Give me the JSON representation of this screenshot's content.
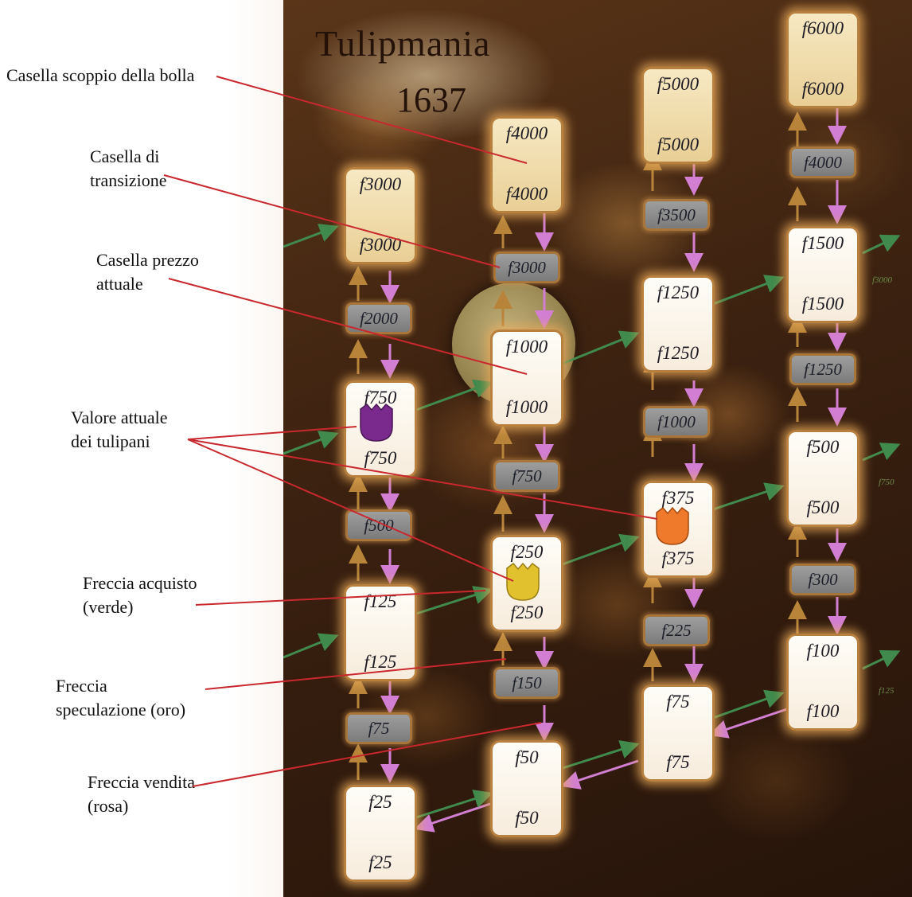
{
  "title": "Tulipmania",
  "year": "1637",
  "callouts": {
    "bubble_line1": "Casella scoppio della bolla",
    "transition_line1": "Casella di",
    "transition_line2": "transizione",
    "current_line1": "Casella prezzo",
    "current_line2": "attuale",
    "value_line1": "Valore attuale",
    "value_line2": "dei tulipani",
    "buy_line1": "Freccia acquisto",
    "buy_line2": "(verde)",
    "spec_line1": "Freccia",
    "spec_line2": "speculazione (oro)",
    "sell_line1": "Freccia vendita",
    "sell_line2": "(rosa)"
  },
  "columns": {
    "c1": {
      "f25": "f25",
      "t75": "f75",
      "f125": "f125",
      "t500": "f500",
      "f750": "f750",
      "t2000": "f2000",
      "f3000": "f3000"
    },
    "c2": {
      "f50": "f50",
      "t150": "f150",
      "f250": "f250",
      "t750": "f750",
      "f1000": "f1000",
      "t3000": "f3000",
      "f4000": "f4000"
    },
    "c3": {
      "f75": "f75",
      "t225": "f225",
      "f375": "f375",
      "t1000": "f1000",
      "f1250": "f1250",
      "t3500": "f3500",
      "f5000": "f5000"
    },
    "c4": {
      "f100": "f100",
      "t300": "f300",
      "f500": "f500",
      "t1250": "f1250",
      "f1500": "f1500",
      "t4000": "f4000",
      "f6000": "f6000"
    }
  },
  "side_labels": {
    "s1": "f3000",
    "s2": "f750",
    "s3": "f125"
  },
  "tokens": [
    "purple tulip",
    "yellow tulip",
    "orange tulip"
  ],
  "colors": {
    "buy_arrow": "#3f8a4c",
    "speculation_arrow": "#b8843a",
    "sell_arrow": "#d27fd3",
    "callout_line": "#c8282e",
    "tulip_purple": "#7a2a8c",
    "tulip_yellow": "#e1c12e",
    "tulip_orange": "#ef7a2b"
  }
}
